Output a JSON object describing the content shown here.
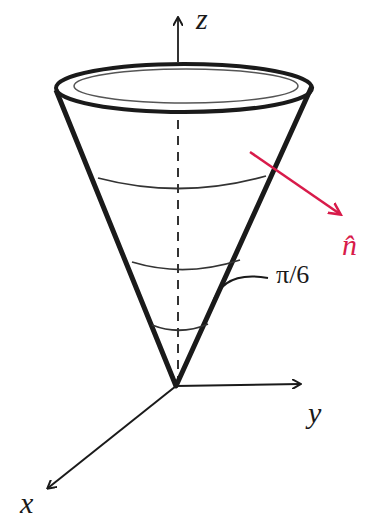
{
  "diagram": {
    "labels": [
      "z",
      "y",
      "x",
      "n̂",
      "π/6"
    ]
  }
}
